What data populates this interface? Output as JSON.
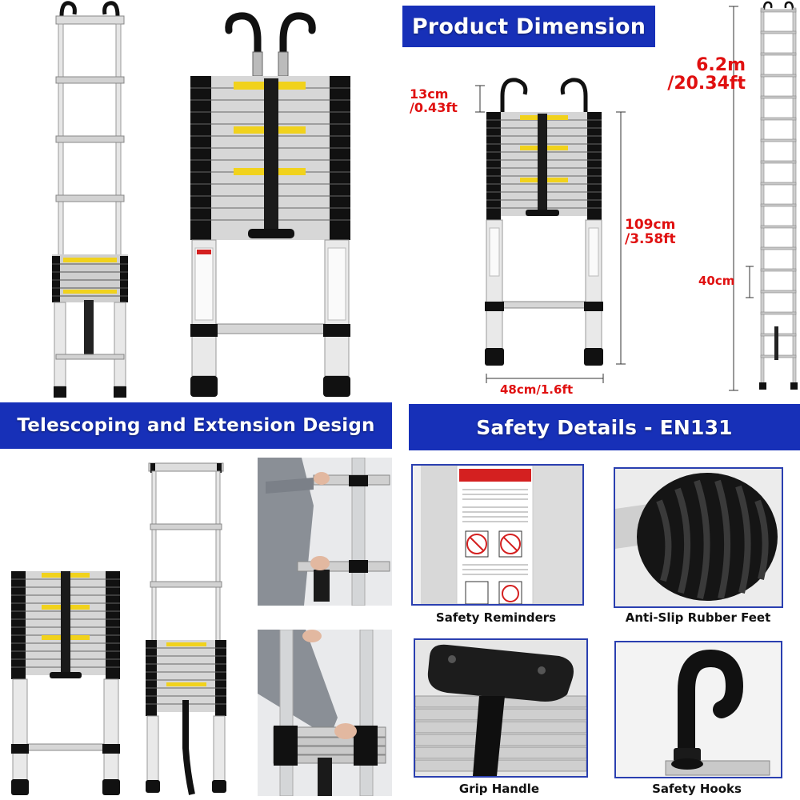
{
  "banners": {
    "product_dimension": "Product Dimension",
    "telescoping": "Telescoping and Extension Design",
    "safety_details": "Safety Details -  EN131"
  },
  "dimensions": {
    "hook_height": "13cm\n/0.43ft",
    "closed_height": "109cm\n/3.58ft",
    "width": "48cm/1.6ft",
    "extended_height": "6.2m\n/20.34ft",
    "rung_spacing": "40cm"
  },
  "captions": {
    "safety_reminders": "Safety Reminders",
    "anti_slip_feet": "Anti-Slip Rubber Feet",
    "grip_handle": "Grip Handle",
    "safety_hooks": "Safety Hooks"
  },
  "colors": {
    "banner_blue": "#1730b8",
    "dimension_red": "#e01010",
    "frame_blue": "#2a3fb0"
  }
}
